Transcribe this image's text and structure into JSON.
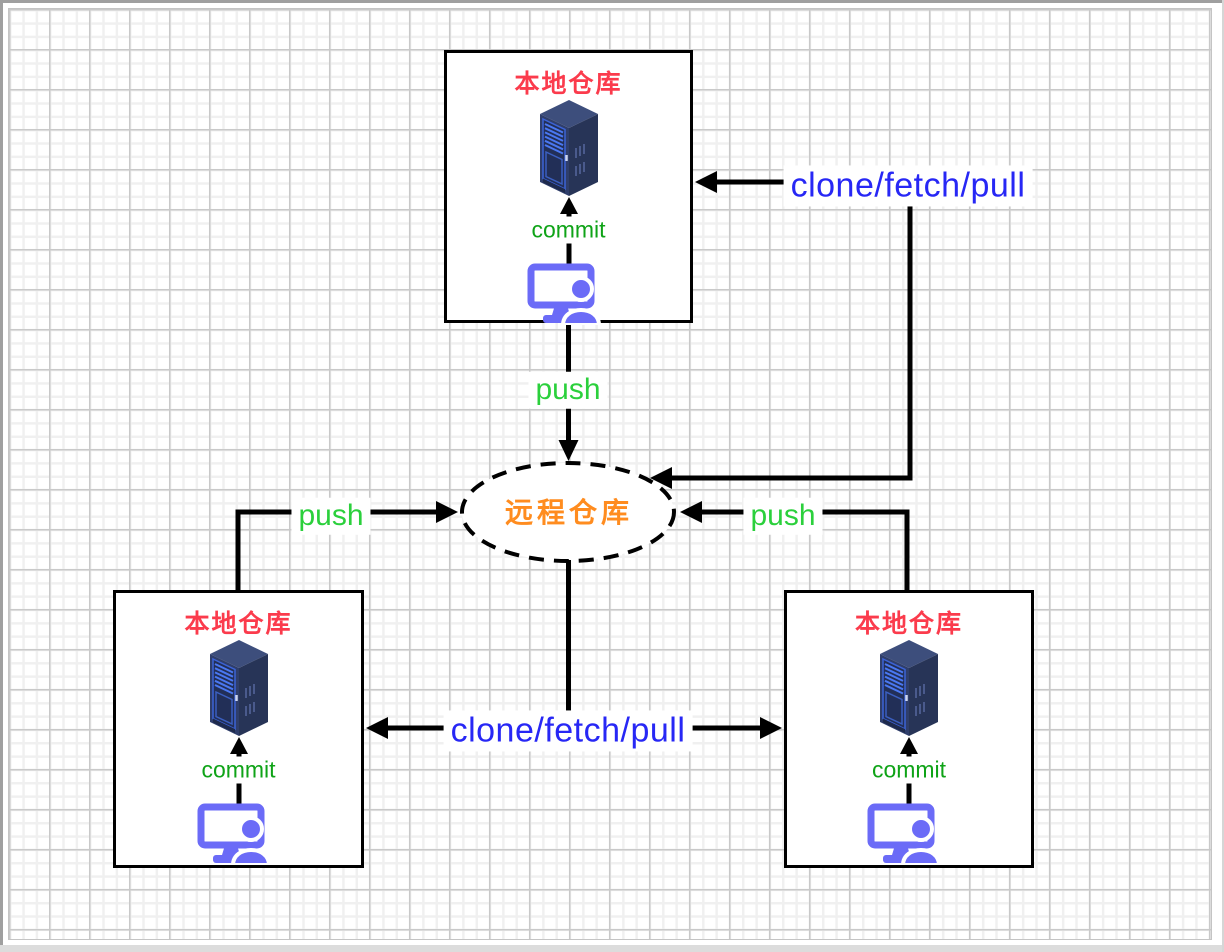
{
  "remote_repo": {
    "label": "远程仓库"
  },
  "local_repos": [
    {
      "title": "本地仓库",
      "commit_label": "commit"
    },
    {
      "title": "本地仓库",
      "commit_label": "commit"
    },
    {
      "title": "本地仓库",
      "commit_label": "commit"
    }
  ],
  "arrows": {
    "push_top": "push",
    "push_left": "push",
    "push_right": "push",
    "clone_top_right": "clone/fetch/pull",
    "clone_bottom": "clone/fetch/pull"
  },
  "colors": {
    "local_repo_title": "#fb3b4c",
    "remote_repo_title": "#ff8c1f",
    "push_label": "#2bd03c",
    "commit_label": "#0fa317",
    "clone_label": "#2727f5",
    "connector_line": "#000000",
    "workstation_icon": "#6b6bf7",
    "server_icon_body": "#2f3e6b"
  }
}
